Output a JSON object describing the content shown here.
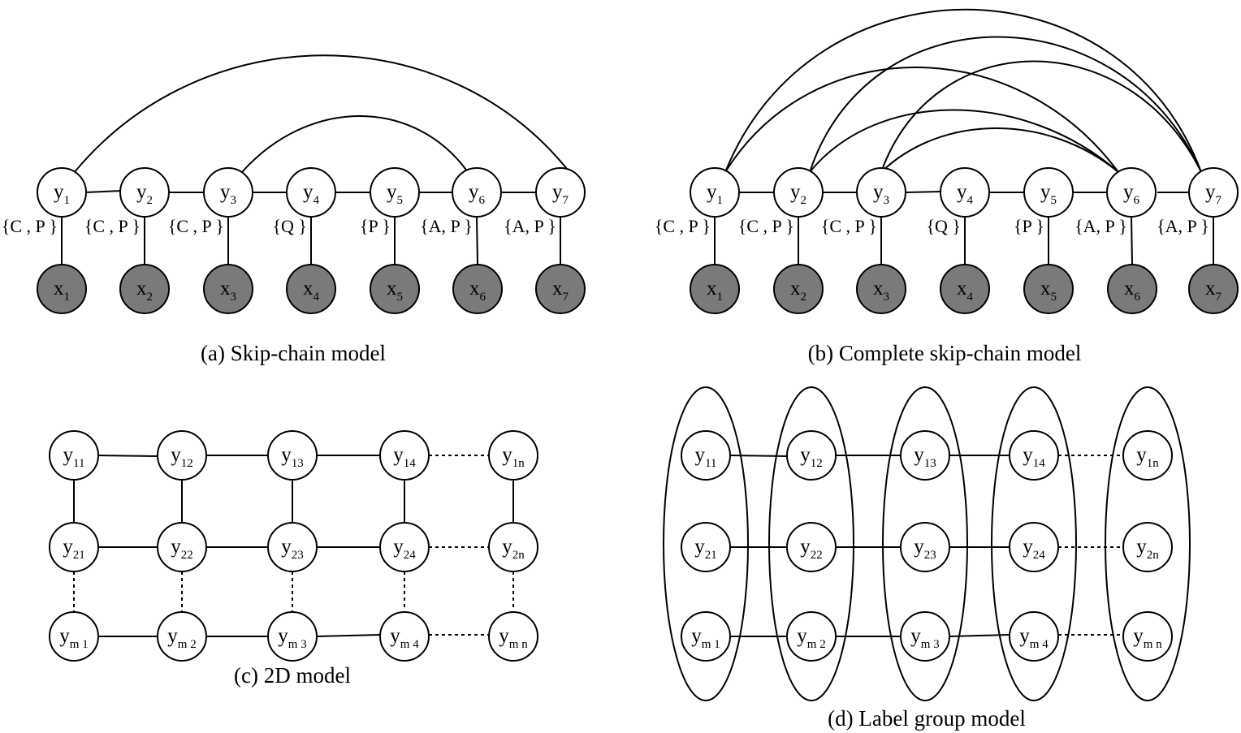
{
  "panel_a": {
    "caption": "(a)  Skip-chain model",
    "y_nodes": [
      {
        "base": "y",
        "sub": "1",
        "ann": "{C , P }"
      },
      {
        "base": "y",
        "sub": "2",
        "ann": "{C , P }"
      },
      {
        "base": "y",
        "sub": "3",
        "ann": "{C , P }"
      },
      {
        "base": "y",
        "sub": "4",
        "ann": "{Q }"
      },
      {
        "base": "y",
        "sub": "5",
        "ann": "{P }"
      },
      {
        "base": "y",
        "sub": "6",
        "ann": "{A, P }"
      },
      {
        "base": "y",
        "sub": "7",
        "ann": "{A, P }"
      }
    ],
    "x_nodes": [
      {
        "base": "x",
        "sub": "1"
      },
      {
        "base": "x",
        "sub": "2"
      },
      {
        "base": "x",
        "sub": "3"
      },
      {
        "base": "x",
        "sub": "4"
      },
      {
        "base": "x",
        "sub": "5"
      },
      {
        "base": "x",
        "sub": "6"
      },
      {
        "base": "x",
        "sub": "7"
      }
    ]
  },
  "panel_b": {
    "caption": "(b)  Complete skip-chain model",
    "y_nodes": [
      {
        "base": "y",
        "sub": "1",
        "ann": "{C , P }"
      },
      {
        "base": "y",
        "sub": "2",
        "ann": "{C , P }"
      },
      {
        "base": "y",
        "sub": "3",
        "ann": "{C , P }"
      },
      {
        "base": "y",
        "sub": "4",
        "ann": "{Q }"
      },
      {
        "base": "y",
        "sub": "5",
        "ann": "{P }"
      },
      {
        "base": "y",
        "sub": "6",
        "ann": "{A, P }"
      },
      {
        "base": "y",
        "sub": "7",
        "ann": "{A, P }"
      }
    ],
    "x_nodes": [
      {
        "base": "x",
        "sub": "1"
      },
      {
        "base": "x",
        "sub": "2"
      },
      {
        "base": "x",
        "sub": "3"
      },
      {
        "base": "x",
        "sub": "4"
      },
      {
        "base": "x",
        "sub": "5"
      },
      {
        "base": "x",
        "sub": "6"
      },
      {
        "base": "x",
        "sub": "7"
      }
    ]
  },
  "panel_c": {
    "caption": "(c)  2D model",
    "grid": [
      [
        {
          "base": "y",
          "sub": "11"
        },
        {
          "base": "y",
          "sub": "12"
        },
        {
          "base": "y",
          "sub": "13"
        },
        {
          "base": "y",
          "sub": "14"
        },
        {
          "base": "y",
          "sub": "1n"
        }
      ],
      [
        {
          "base": "y",
          "sub": "21"
        },
        {
          "base": "y",
          "sub": "22"
        },
        {
          "base": "y",
          "sub": "23"
        },
        {
          "base": "y",
          "sub": "24"
        },
        {
          "base": "y",
          "sub": "2n"
        }
      ],
      [
        {
          "base": "y",
          "sub": "m 1"
        },
        {
          "base": "y",
          "sub": "m 2"
        },
        {
          "base": "y",
          "sub": "m 3"
        },
        {
          "base": "y",
          "sub": "m 4"
        },
        {
          "base": "y",
          "sub": "m n"
        }
      ]
    ]
  },
  "panel_d": {
    "caption": "(d)  Label group model",
    "grid": [
      [
        {
          "base": "y",
          "sub": "11"
        },
        {
          "base": "y",
          "sub": "12"
        },
        {
          "base": "y",
          "sub": "13"
        },
        {
          "base": "y",
          "sub": "14"
        },
        {
          "base": "y",
          "sub": "1n"
        }
      ],
      [
        {
          "base": "y",
          "sub": "21"
        },
        {
          "base": "y",
          "sub": "22"
        },
        {
          "base": "y",
          "sub": "23"
        },
        {
          "base": "y",
          "sub": "24"
        },
        {
          "base": "y",
          "sub": "2n"
        }
      ],
      [
        {
          "base": "y",
          "sub": "m 1"
        },
        {
          "base": "y",
          "sub": "m 2"
        },
        {
          "base": "y",
          "sub": "m 3"
        },
        {
          "base": "y",
          "sub": "m 4"
        },
        {
          "base": "y",
          "sub": "m n"
        }
      ]
    ]
  }
}
